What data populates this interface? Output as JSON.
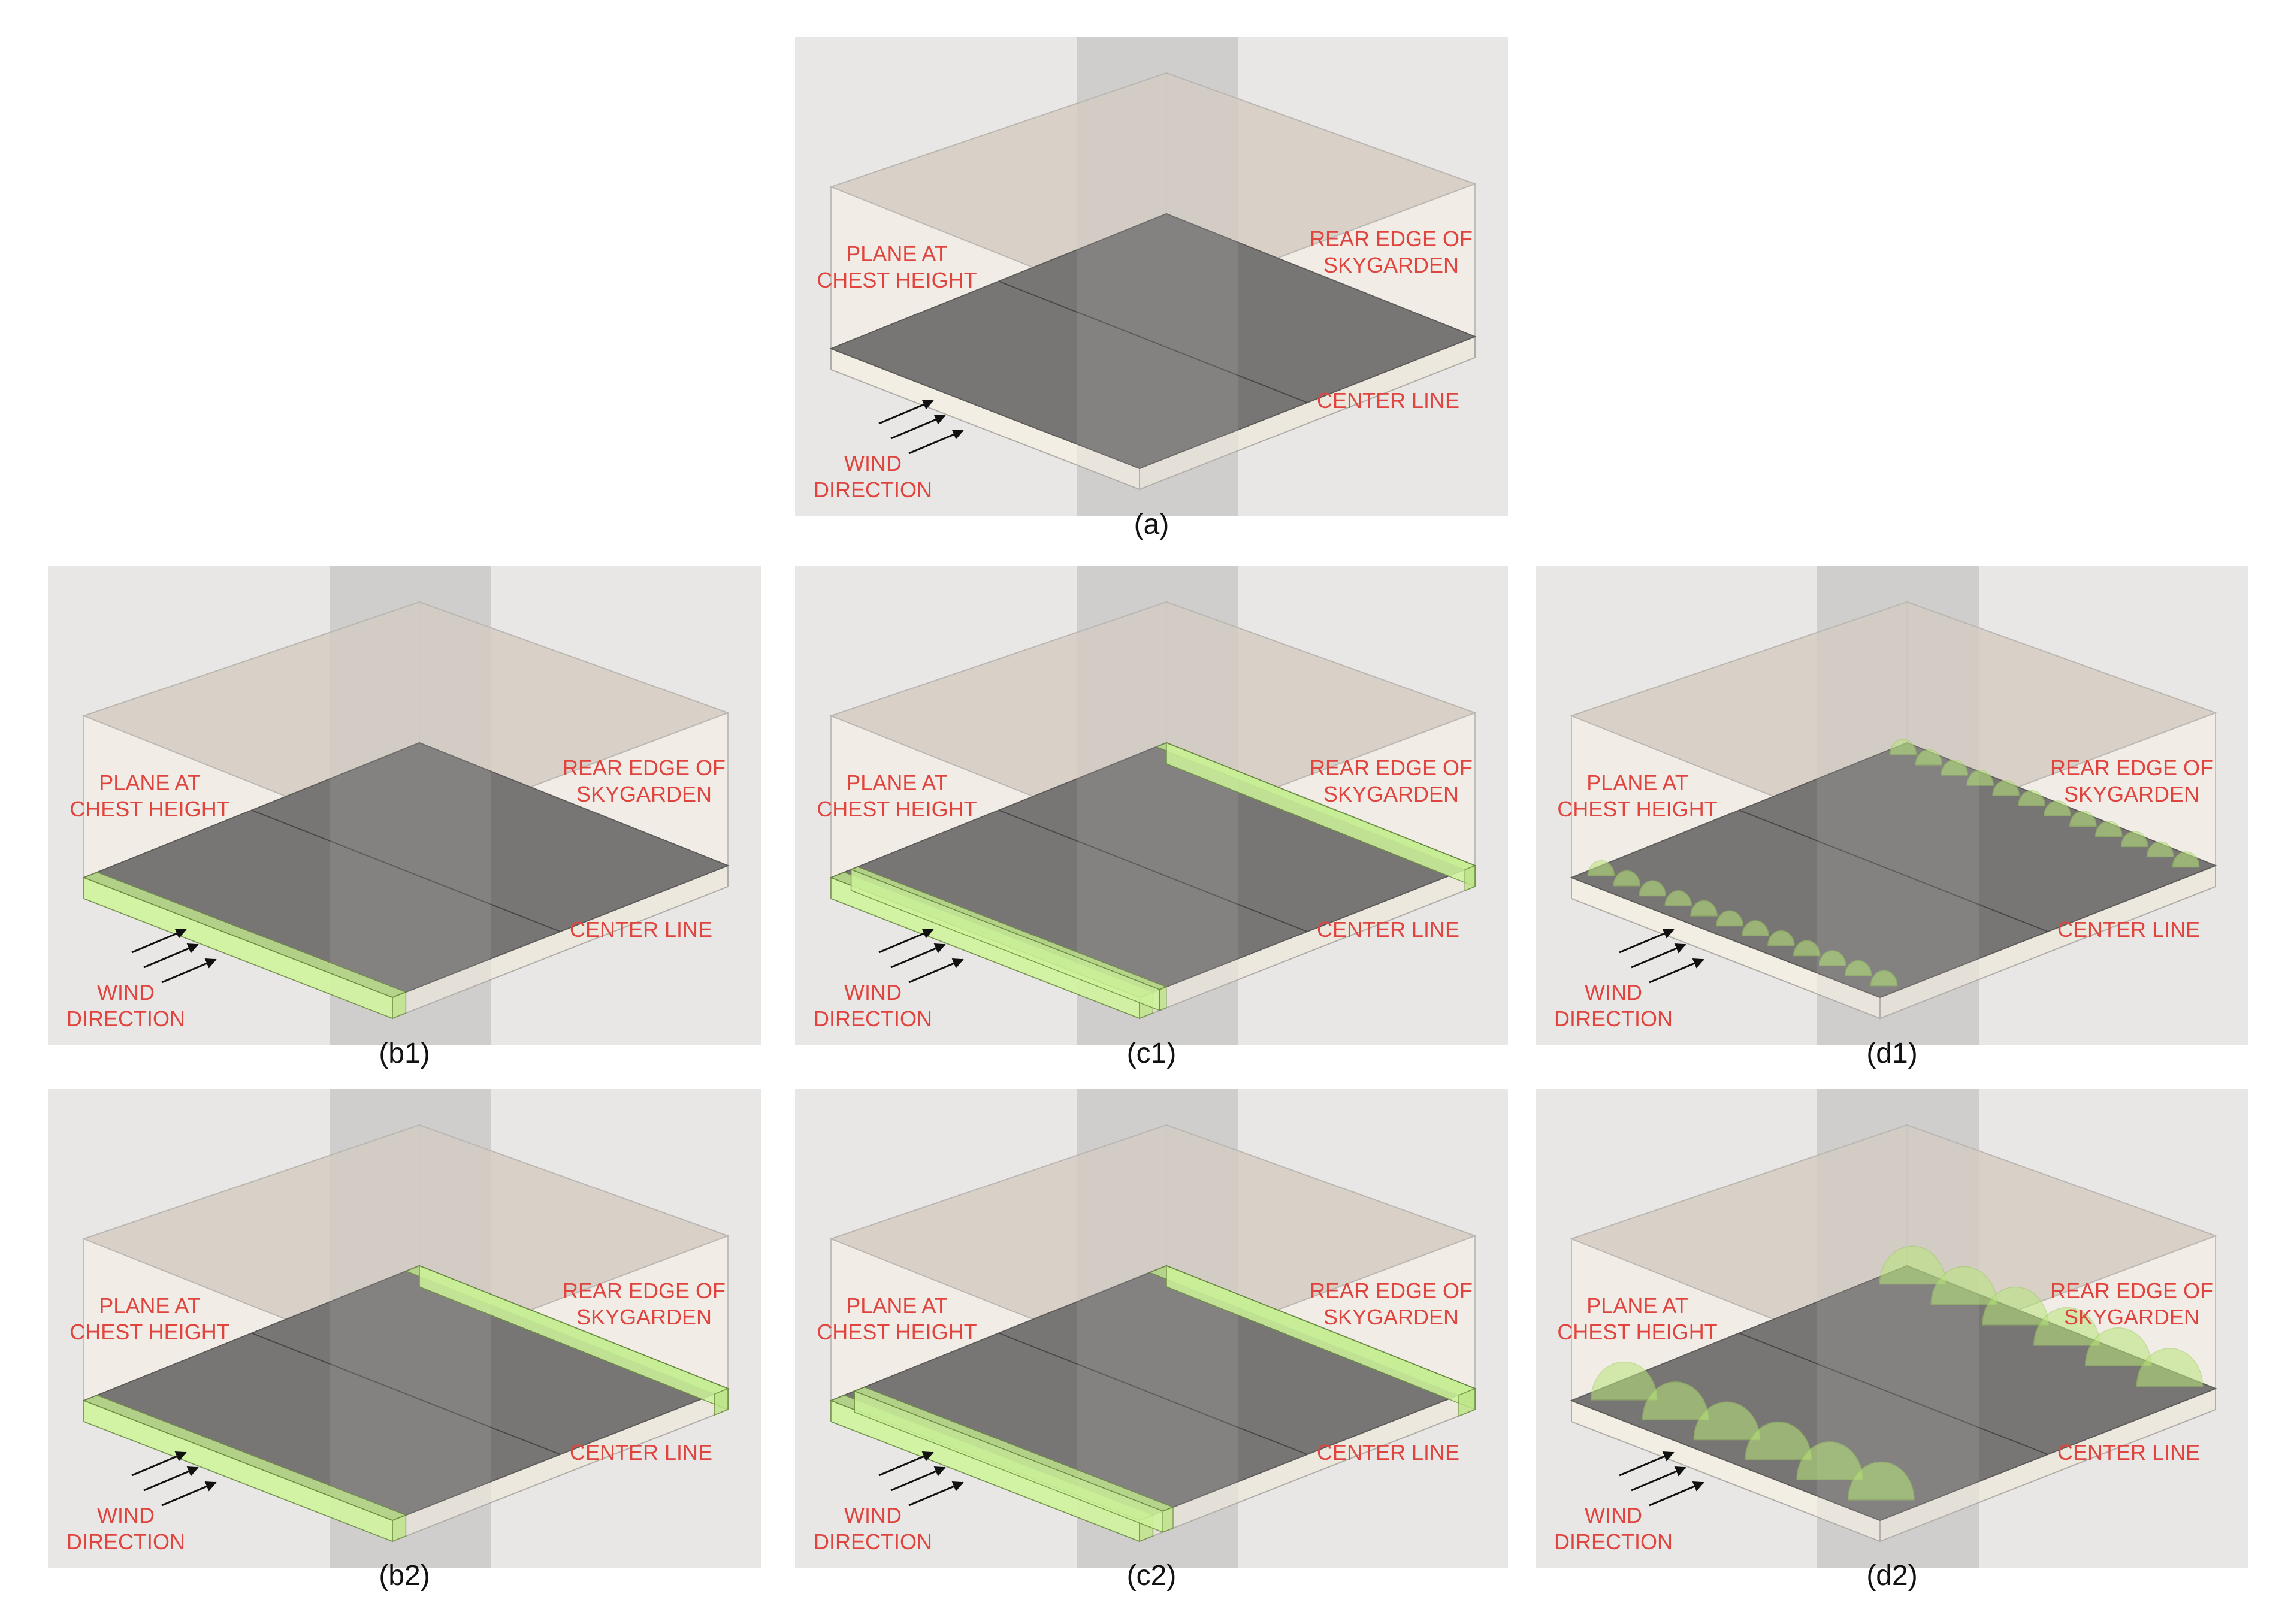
{
  "labels": {
    "plane": [
      "PLANE AT",
      "CHEST HEIGHT"
    ],
    "rear": [
      "REAR EDGE OF",
      "SKYGARDEN"
    ],
    "center": "CENTER LINE",
    "wind": [
      "WIND",
      "DIRECTION"
    ]
  },
  "panels": [
    {
      "id": "a",
      "caption": "(a)",
      "variant": "none"
    },
    {
      "id": "b1",
      "caption": "(b1)",
      "variant": "strip-front"
    },
    {
      "id": "c1",
      "caption": "(c1)",
      "variant": "strip-double"
    },
    {
      "id": "d1",
      "caption": "(d1)",
      "variant": "domes-small"
    },
    {
      "id": "b2",
      "caption": "(b2)",
      "variant": "strip-front-rear"
    },
    {
      "id": "c2",
      "caption": "(c2)",
      "variant": "strip-double-rear"
    },
    {
      "id": "d2",
      "caption": "(d2)",
      "variant": "domes-large"
    }
  ],
  "colors": {
    "label": "#e0443f",
    "panel_bg": "#e8e7e5",
    "floor": "#787674",
    "vegetation": "#c6ef8f"
  }
}
